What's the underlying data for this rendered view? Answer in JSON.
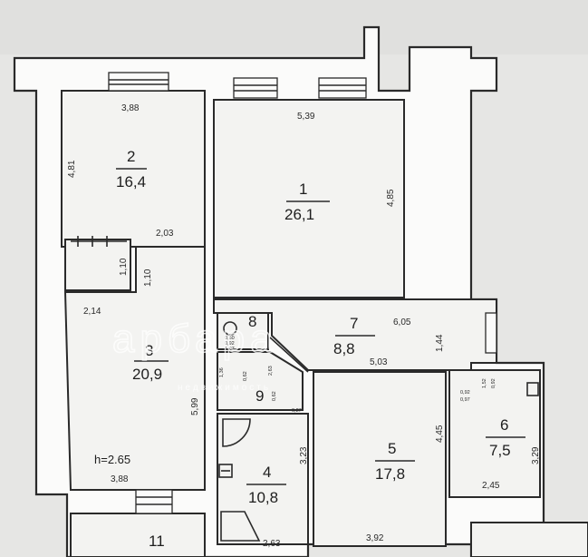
{
  "rooms": [
    {
      "id": "1",
      "area": "26,1"
    },
    {
      "id": "2",
      "area": "16,4"
    },
    {
      "id": "3",
      "area": "20,9"
    },
    {
      "id": "4",
      "area": "10,8"
    },
    {
      "id": "5",
      "area": "17,8"
    },
    {
      "id": "6",
      "area": "7,5"
    },
    {
      "id": "7",
      "area": "8,8"
    },
    {
      "id": "8",
      "area": ""
    },
    {
      "id": "9",
      "area": ""
    },
    {
      "id": "11",
      "area": ""
    }
  ],
  "dimensions": [
    "3,88",
    "5,39",
    "4,81",
    "4,85",
    "2,03",
    "1,10",
    "1,10",
    "2,14",
    "5,99",
    "3,88",
    "6,05",
    "5,03",
    "1,44",
    "2,63",
    "3,23",
    "4,45",
    "3,29",
    "2,45",
    "3,92",
    "2,63"
  ],
  "small_labels": [
    "0,92",
    "0,97",
    "1,52",
    "0,92",
    "0,60",
    "0,92",
    "1,07",
    "0,27",
    "0,62",
    "0,62",
    "2,63",
    "1,36"
  ],
  "ceiling_height": "h=2.65",
  "watermark": {
    "main": "арбара",
    "sub": "недвижимость"
  },
  "colors": {
    "paper": "#e8e8e6",
    "wall": "#fbfbfa",
    "ink": "#2a2a2a"
  }
}
